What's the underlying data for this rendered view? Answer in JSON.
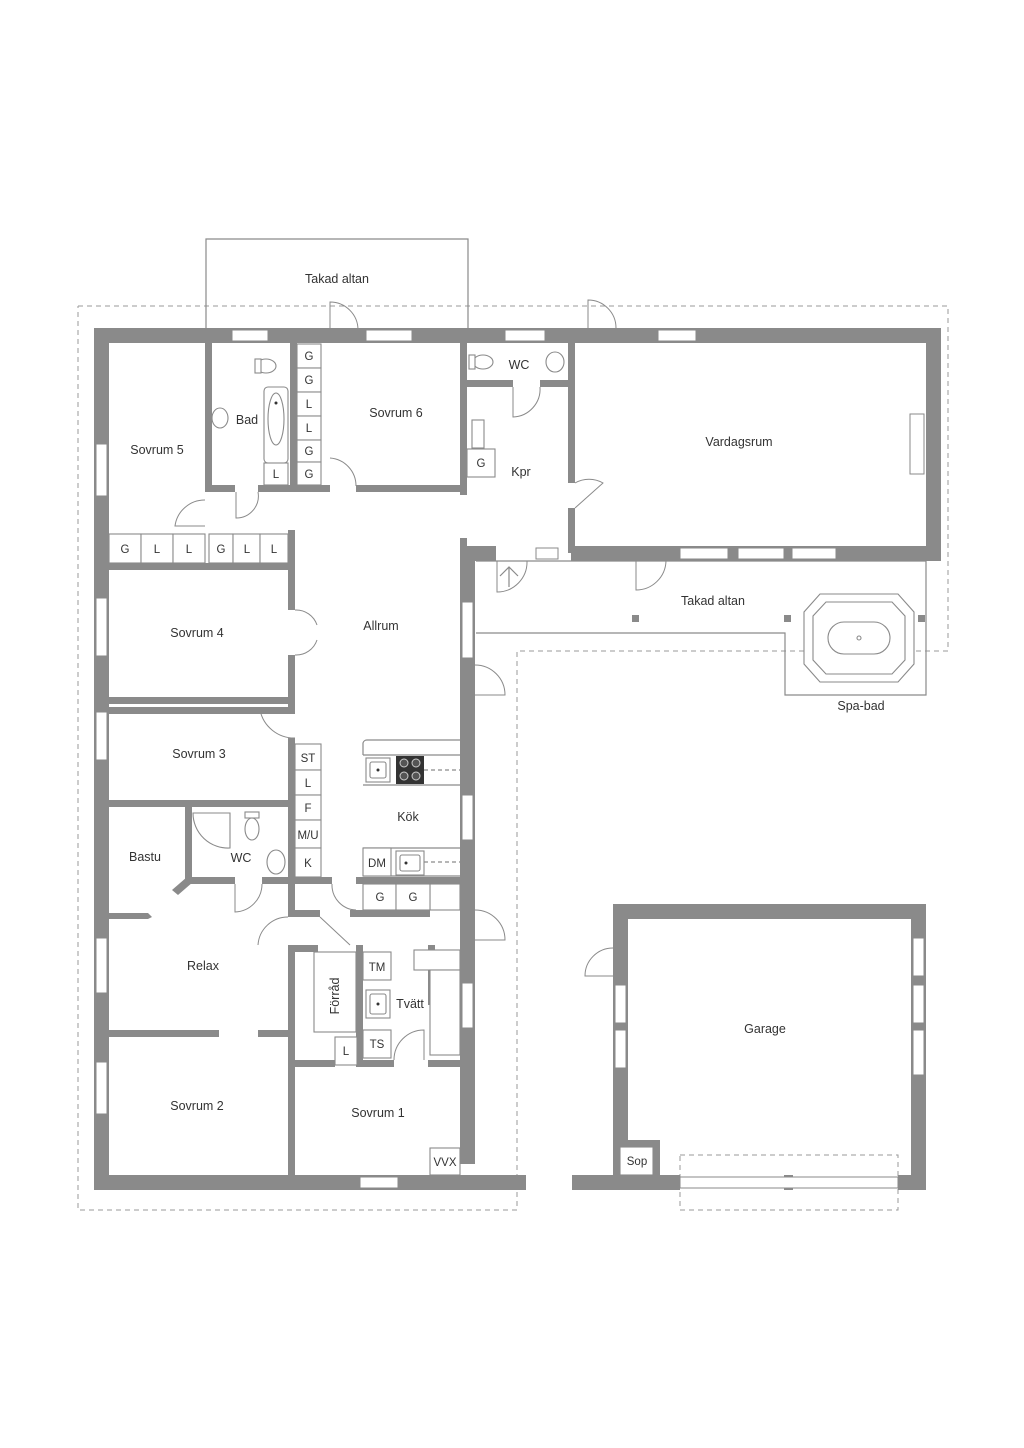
{
  "rooms": {
    "takad_altan_top": "Takad altan",
    "sovrum5": "Sovrum 5",
    "bad": "Bad",
    "sovrum6": "Sovrum 6",
    "wc_top": "WC",
    "kpr": "Kpr",
    "vardagsrum": "Vardagsrum",
    "sovrum4": "Sovrum 4",
    "allrum": "Allrum",
    "takad_altan_right": "Takad altan",
    "spa_bad": "Spa-bad",
    "sovrum3": "Sovrum 3",
    "kok": "Kök",
    "bastu": "Bastu",
    "wc_mid": "WC",
    "relax": "Relax",
    "forrad": "Förråd",
    "tvatt": "Tvätt",
    "sovrum2": "Sovrum 2",
    "sovrum1": "Sovrum 1",
    "garage": "Garage"
  },
  "fixtures": {
    "closet_bad": [
      "G",
      "G",
      "L",
      "L",
      "G",
      "G"
    ],
    "bad_l": "L",
    "closet_row": [
      "G",
      "L",
      "L",
      "G",
      "L",
      "L"
    ],
    "kpr_g": "G",
    "kitchen_col": [
      "ST",
      "L",
      "F",
      "M/U",
      "K"
    ],
    "dm": "DM",
    "kitchen_g": [
      "G",
      "G"
    ],
    "tm": "TM",
    "ts": "TS",
    "tvatt_l": "L",
    "vvx": "VVX",
    "sop": "Sop"
  }
}
